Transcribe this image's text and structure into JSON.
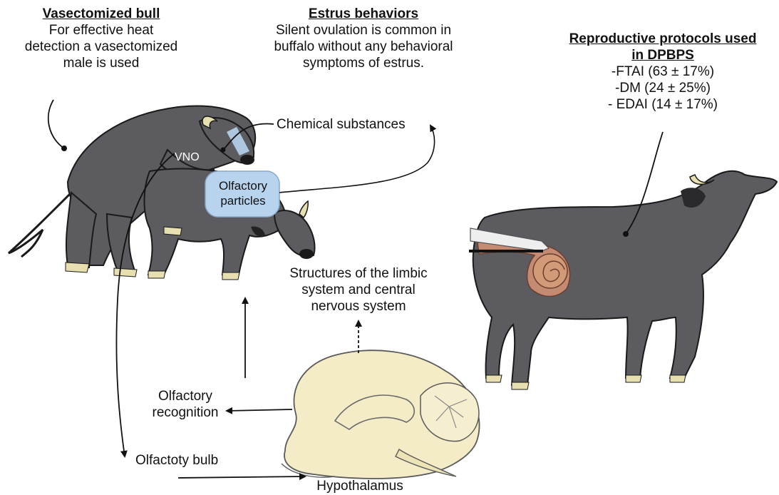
{
  "vasectomized": {
    "title": "Vasectomized bull",
    "lines": [
      "For effective heat",
      "detection a vasectomized",
      "male is used"
    ]
  },
  "estrus": {
    "title": "Estrus behaviors",
    "lines": [
      "Silent ovulation is common in",
      "buffalo without any behavioral",
      "symptoms of estrus."
    ]
  },
  "protocols": {
    "title_lines": [
      "Reproductive protocols used",
      "in DPBPS"
    ],
    "items": [
      "-FTAI (63 ± 17%)",
      "-DM (24 ± 25%)",
      "- EDAI (14 ± 17%)"
    ]
  },
  "labels": {
    "chemical": "Chemical substances",
    "vno": "VNO",
    "olfactory_particles": [
      "Olfactory",
      "particles"
    ],
    "limbic": [
      "Structures of the limbic",
      "system and central",
      "nervous system"
    ],
    "olfactory_recognition": [
      "Olfactory",
      "recognition"
    ],
    "olfactory_bulb": "Olfactoty bulb",
    "hypothalamus": "Hypothalamus"
  },
  "colors": {
    "buffalo_body": "#5b5b60",
    "outline": "#1a1a1a",
    "hoof_horn": "#e8dfb0",
    "bubble": "#b7d3ee",
    "brain": "#f3ecc7",
    "uterus": "#d39a78"
  }
}
